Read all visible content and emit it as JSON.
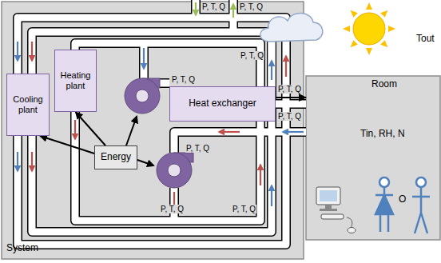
{
  "diagram": {
    "nodes": [
      {
        "text": [
          "System"
        ]
      },
      {
        "text": [
          "Cooling plant"
        ],
        "in": 0
      },
      {
        "text": [
          "Heating plant"
        ],
        "in": 0
      },
      {
        "text": [
          "Heat exchanger"
        ],
        "in": 0
      },
      {
        "text": [
          "Energy"
        ],
        "in": 0
      },
      {
        "text": [
          "Room",
          "Tin, RH, N"
        ]
      }
    ],
    "edges": [
      {
        "from": 4,
        "to": 1,
        "arrow": "to"
      },
      {
        "from": 4,
        "to": 2,
        "arrow": "to"
      },
      {
        "from": 3,
        "to": 5,
        "arrow": "to",
        "label": "P, T, Q"
      }
    ],
    "labels": [
      "P, T, Q",
      "P, T, Q",
      "P, T, Q",
      "P, T, Q",
      "P, T, Q",
      "P, T, Q",
      "P, T, Q",
      "P, T, Q",
      "Tout",
      "O"
    ]
  }
}
